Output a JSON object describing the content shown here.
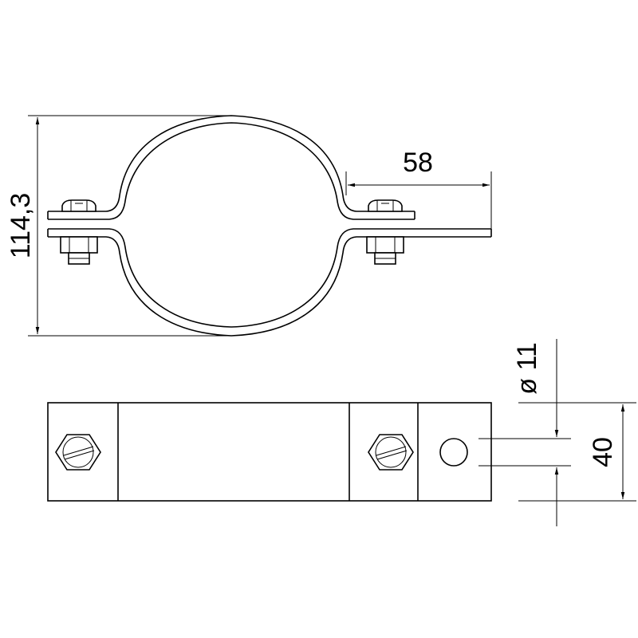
{
  "dimensions": {
    "pipe_diameter": "114,3",
    "tab_length": "58",
    "hole_diameter": "ø 11",
    "band_width": "40"
  },
  "colors": {
    "line": "#000000",
    "background": "#ffffff"
  }
}
